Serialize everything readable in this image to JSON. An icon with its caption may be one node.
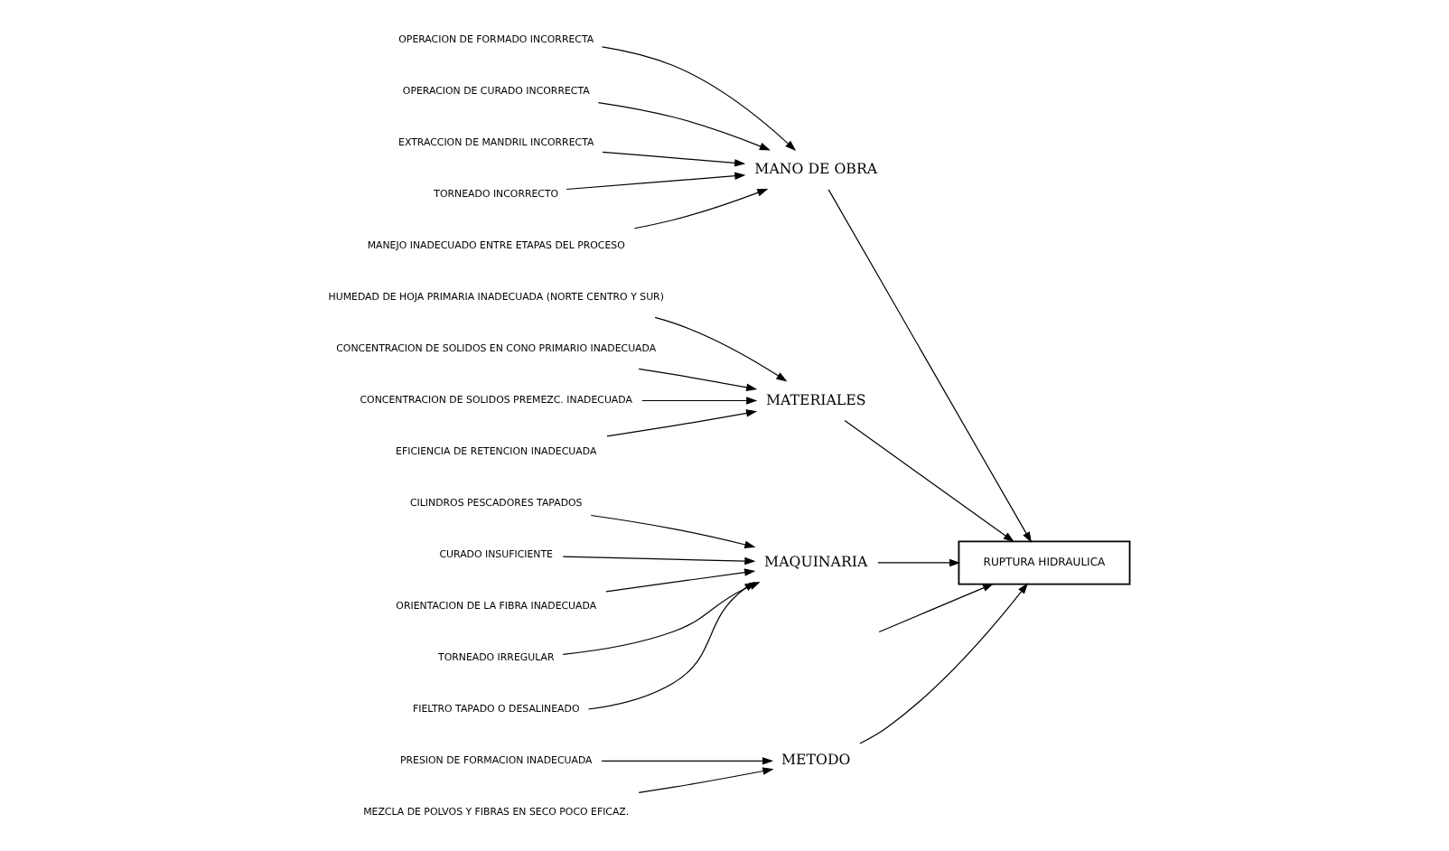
{
  "diagram": {
    "nodes": [
      {
        "text": [
          "METODO"
        ]
      },
      {
        "text": [
          "MANO DE OBRA"
        ]
      },
      {
        "text": [
          "PRESION DE FORMACION INADECUADA"
        ]
      },
      {
        "text": [
          "OPERACION DE FORMADO INCORRECTA"
        ]
      },
      {
        "text": [
          "OPERACION DE CURADO INCORRECTA"
        ]
      },
      {
        "text": [
          "EXTRACCION DE MANDRIL INCORRECTA"
        ]
      },
      {
        "text": [
          "MEZCLA DE POLVOS Y FIBRAS EN SECO POCO EFICAZ."
        ]
      },
      {
        "text": [
          "TORNEADO INCORRECTO"
        ]
      },
      {
        "text": [
          "MANEJO INADECUADO ENTRE ETAPAS DEL PROCESO"
        ]
      },
      {
        "text": [
          "RUPTURA HIDRAULICA"
        ]
      },
      {
        "text": [
          "CILINDROS PESCADORES TAPADOS"
        ]
      },
      {
        "text": [
          "CURADO INSUFICIENTE"
        ]
      },
      {
        "text": [
          "HUMEDAD DE HOJA PRIMARIA INADECUADA (NORTE CENTRO Y SUR)"
        ]
      },
      {
        "text": [
          "ORIENTACION DE LA FIBRA INADECUADA"
        ]
      },
      {
        "text": [
          "CONCENTRACION DE SOLIDOS EN CONO PRIMARIO INADECUADA"
        ]
      },
      {
        "text": [
          "CONCENTRACION DE SOLIDOS PREMEZC. INADECUADA"
        ]
      },
      {
        "text": [
          "TORNEADO IRREGULAR"
        ]
      },
      {
        "text": [
          "EFICIENCIA DE RETENCION INADECUADA"
        ]
      },
      {
        "text": [
          "FIELTRO TAPADO O DESALINEADO"
        ]
      },
      {
        "text": [
          "MATERIALES"
        ]
      },
      {
        "text": [
          "MAQUINARIA"
        ]
      }
    ],
    "edges": [
      {
        "from": null,
        "to": 9,
        "arrow": "to"
      },
      {
        "from": 0,
        "to": 9,
        "arrow": "to"
      },
      {
        "from": 1,
        "to": 9,
        "arrow": "to"
      },
      {
        "from": 19,
        "to": 9,
        "arrow": "to"
      },
      {
        "from": 20,
        "to": 9,
        "arrow": "to"
      },
      {
        "from": 2,
        "to": 0,
        "arrow": "to"
      },
      {
        "from": 6,
        "to": 0,
        "arrow": "to"
      },
      {
        "from": 3,
        "to": 1,
        "arrow": "to"
      },
      {
        "from": 4,
        "to": 1,
        "arrow": "to"
      },
      {
        "from": 5,
        "to": 1,
        "arrow": "to"
      },
      {
        "from": 7,
        "to": 1,
        "arrow": "to"
      },
      {
        "from": 8,
        "to": 1,
        "arrow": "to"
      },
      {
        "from": 12,
        "to": 19,
        "arrow": "to"
      },
      {
        "from": 14,
        "to": 19,
        "arrow": "to"
      },
      {
        "from": 15,
        "to": 19,
        "arrow": "to"
      },
      {
        "from": 17,
        "to": 19,
        "arrow": "to"
      },
      {
        "from": 11,
        "to": 20,
        "arrow": "to"
      },
      {
        "from": 10,
        "to": 20,
        "arrow": "to"
      },
      {
        "from": 13,
        "to": 20,
        "arrow": "to"
      },
      {
        "from": 16,
        "to": 20,
        "arrow": "to"
      },
      {
        "from": 18,
        "to": 20,
        "arrow": "to"
      }
    ]
  }
}
